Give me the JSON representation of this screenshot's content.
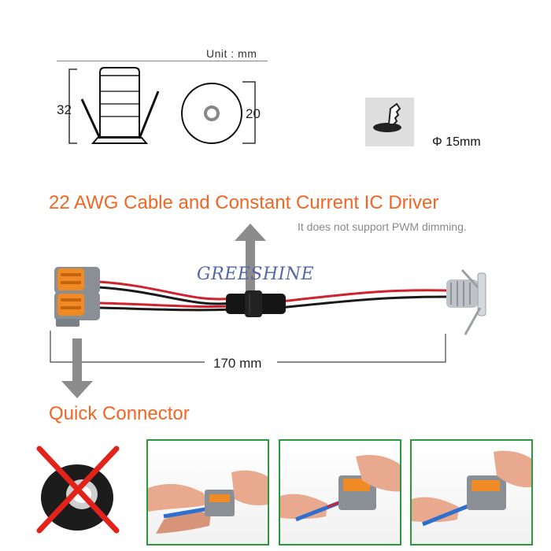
{
  "dimensions": {
    "unit_label": "Unit : mm",
    "height_label": "32",
    "diameter_label": "20",
    "cutout_label": "Φ 15mm"
  },
  "headline": "22 AWG Cable and Constant Current IC Driver",
  "note": "It does not support PWM dimming.",
  "watermark": "GREESHINE",
  "length_label": "170 mm",
  "connector_label": "Quick Connector",
  "colors": {
    "accent": "#f26522",
    "photo_border": "#2b9a3e",
    "note_gray": "#8a8a8a",
    "arrow_gray": "#8c8c8c",
    "wire_red": "#d0212c",
    "wire_black": "#1a1a1a",
    "lever_orange": "#f08a24",
    "watermark_blue": "#5566aa"
  },
  "icons": [
    "cutout-hole-saw-icon",
    "no-tape-icon",
    "up-arrow-icon",
    "down-arrow-icon"
  ]
}
